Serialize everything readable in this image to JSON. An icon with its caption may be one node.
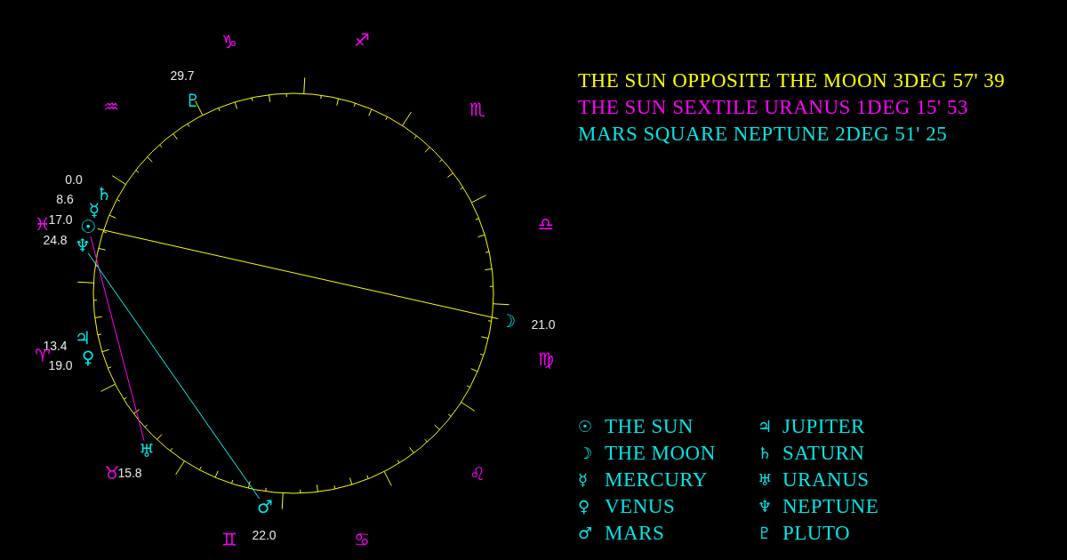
{
  "diagram": {
    "nodes": [
      {
        "text": [
          "☉"
        ],
        "beside": [
          "17.0"
        ]
      },
      {
        "text": [
          "☽"
        ],
        "beside": [
          "21.0"
        ]
      },
      {
        "text": [
          "☿"
        ],
        "beside": [
          "8.6"
        ]
      },
      {
        "text": [
          "♀"
        ],
        "beside": [
          "19.0"
        ]
      },
      {
        "text": [
          "♂"
        ],
        "beside": [
          "22.0"
        ]
      },
      {
        "text": [
          "♃"
        ],
        "beside": [
          "13.4"
        ]
      },
      {
        "text": [
          "♄"
        ],
        "beside": [
          "0.0"
        ]
      },
      {
        "text": [
          "♅"
        ],
        "beside": [
          "15.8"
        ]
      },
      {
        "text": [
          "♆"
        ],
        "beside": [
          "24.8"
        ]
      },
      {
        "text": [
          "♇"
        ],
        "beside": [
          "29.7"
        ]
      }
    ],
    "edges": [
      {
        "from": 0,
        "to": 1,
        "arrow": "none",
        "color": "#ffff00"
      },
      {
        "from": 0,
        "to": 7,
        "arrow": "none",
        "color": "#ff00ff"
      },
      {
        "from": 8,
        "to": 4,
        "arrow": "none",
        "color": "#00ffff"
      }
    ],
    "labels": [
      "THE SUN OPPOSITE THE MOON 3DEG 57' 39",
      "THE SUN SEXTILE URANUS 1DEG 15' 53",
      "MARS SQUARE NEPTUNE 2DEG 51' 25",
      "♑",
      "♐",
      "♒",
      "♏",
      "♓",
      "♎",
      "♈",
      "♍",
      "♉",
      "♌",
      "♊",
      "♋",
      "☉",
      "♃",
      "☽",
      "♄",
      "☿",
      "♅",
      "♀",
      "♆",
      "♂",
      "♇"
    ],
    "legend": [
      {
        "text": "THE SUN"
      },
      {
        "text": "JUPITER"
      },
      {
        "text": "THE MOON"
      },
      {
        "text": "SATURN"
      },
      {
        "text": "MERCURY"
      },
      {
        "text": "URANUS"
      },
      {
        "text": "VENUS"
      },
      {
        "text": "NEPTUNE"
      },
      {
        "text": "MARS"
      },
      {
        "text": "PLUTO"
      }
    ]
  }
}
